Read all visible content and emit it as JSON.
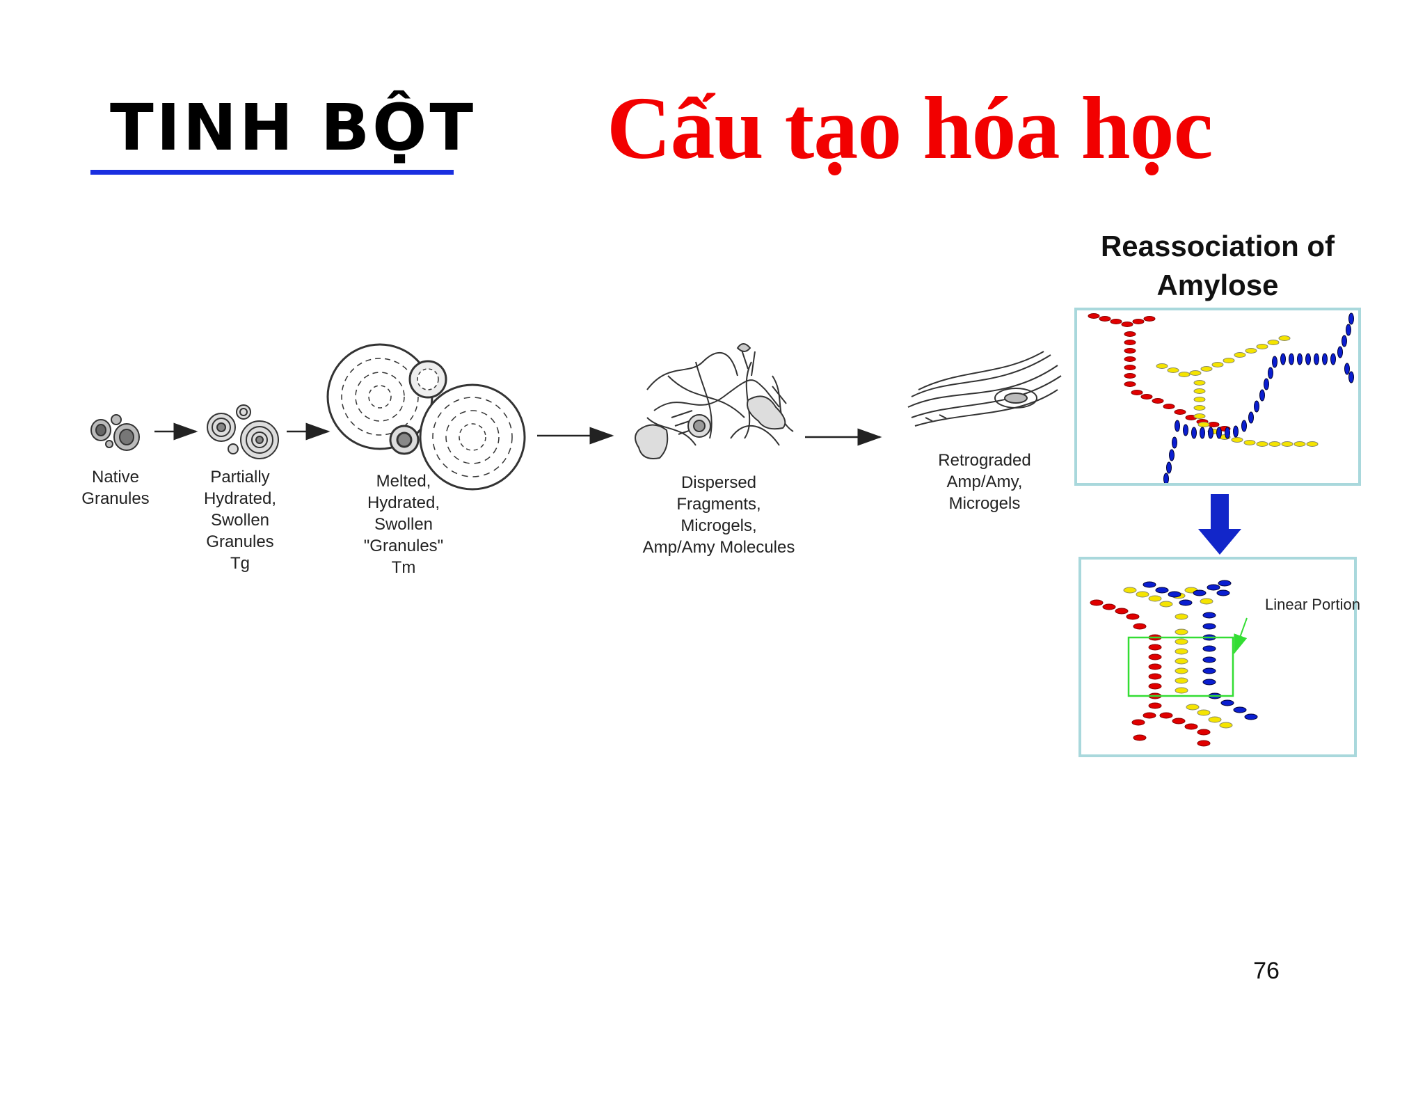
{
  "header": {
    "topic": "TINH BỘT",
    "subtitle": "Cấu tạo hóa học"
  },
  "diagram": {
    "stages": [
      {
        "label": "Native\nGranules"
      },
      {
        "label": "Partially\nHydrated,\nSwollen\nGranules\nTg"
      },
      {
        "label": "Melted,\nHydrated,\nSwollen\n\"Granules\"\nTm"
      },
      {
        "label": "Dispersed\nFragments,\nMicrogels,\nAmp/Amy Molecules"
      },
      {
        "label": "Retrograded\nAmp/Amy,\nMicrogels"
      }
    ],
    "reassociation": {
      "title": "Reassociation of Amylose",
      "callout": "Linear Portion"
    }
  },
  "colors": {
    "title_red": "#f20000",
    "underline_blue": "#1a2fe0",
    "chain_red": "#e00000",
    "chain_yellow": "#f5e400",
    "chain_blue": "#0a1ed0",
    "highlight_green": "#33dd33",
    "panel_border": "#a9d8dc"
  },
  "footer": {
    "page_number": "76"
  }
}
